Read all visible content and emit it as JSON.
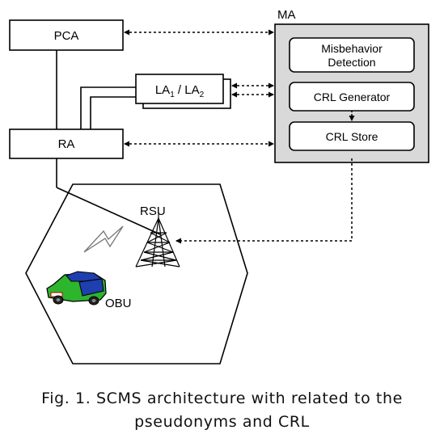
{
  "diagram": {
    "nodes": {
      "pca": "PCA",
      "ra": "RA",
      "ma": "MA",
      "la_main": "LA",
      "la_sub1": "1",
      "la_sep": " / LA",
      "la_sub2": "2",
      "misbehavior_line1": "Misbehavior",
      "misbehavior_line2": "Detection",
      "crl_generator": "CRL Generator",
      "crl_store": "CRL Store",
      "rsu": "RSU",
      "obu": "OBU"
    }
  },
  "caption": {
    "line1": "Fig. 1. SCMS architecture with related to the",
    "line2": "pseudonyms and CRL"
  },
  "colors": {
    "ma_fill": "#d9d9d9",
    "car_body": "#2db52d",
    "car_roof": "#1f3fae",
    "stroke": "#000000"
  }
}
